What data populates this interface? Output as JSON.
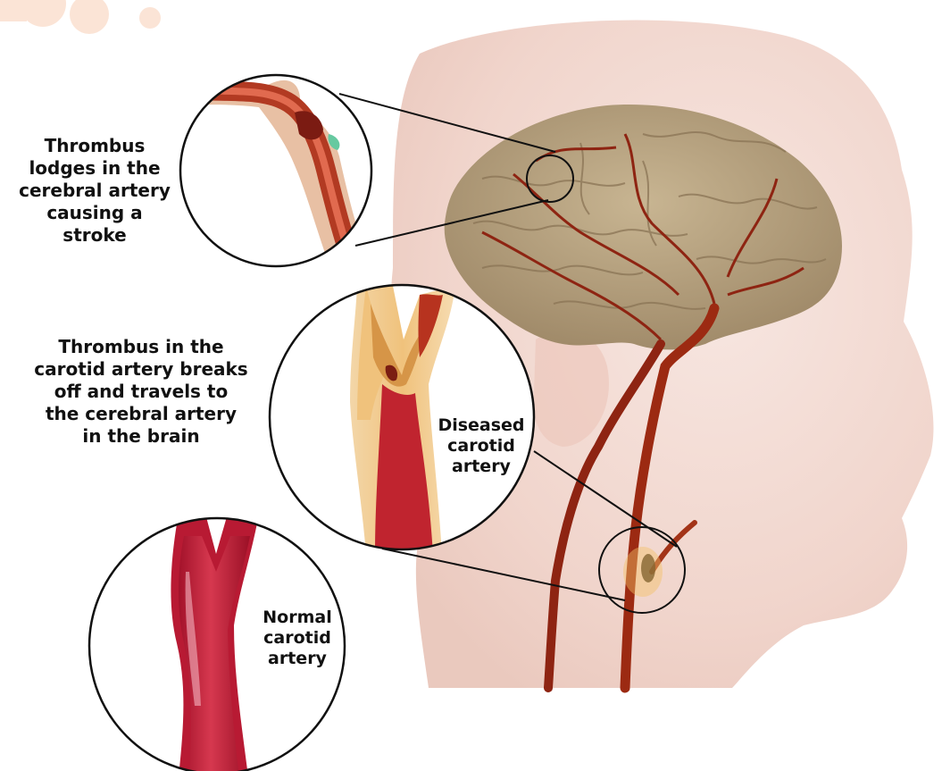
{
  "labels": {
    "stroke": [
      "Thrombus",
      "lodges in the",
      "cerebral artery",
      "causing a",
      "stroke"
    ],
    "breaks_off": [
      "Thrombus in the",
      "carotid artery breaks",
      "off and travels to",
      "the cerebral artery",
      "in the brain"
    ],
    "diseased": [
      "Diseased",
      "carotid",
      "artery"
    ],
    "normal": [
      "Normal",
      "carotid",
      "artery"
    ]
  },
  "colors": {
    "head_skin": "#f0d2c8",
    "brain": "#b39f7e",
    "brain_fold": "#8a7455",
    "artery": "#9c2a12",
    "artery_lumen": "#c21f36",
    "plaque": "#e9b969",
    "circle_outline": "#111111"
  }
}
